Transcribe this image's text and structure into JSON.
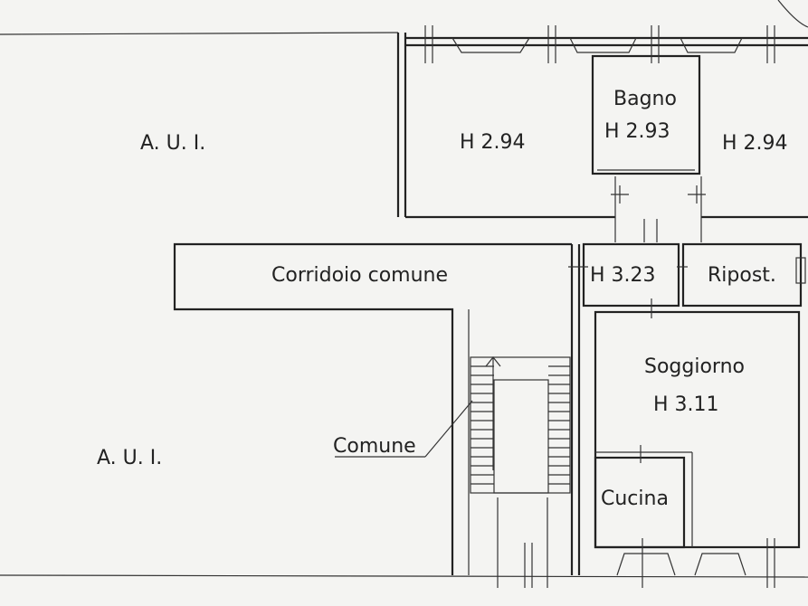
{
  "floorplan": {
    "aui_top": "A. U. I.",
    "aui_bottom": "A. U. I.",
    "room_left_height": "H 2.94",
    "bagno_name": "Bagno",
    "bagno_height": "H 2.93",
    "room_right_height": "H 2.94",
    "corridoio": "Corridoio comune",
    "hall_height": "H 3.23",
    "ripost": "Ripost.",
    "soggiorno_name": "Soggiorno",
    "soggiorno_height": "H 3.11",
    "comune": "Comune",
    "cucina": "Cucina"
  }
}
